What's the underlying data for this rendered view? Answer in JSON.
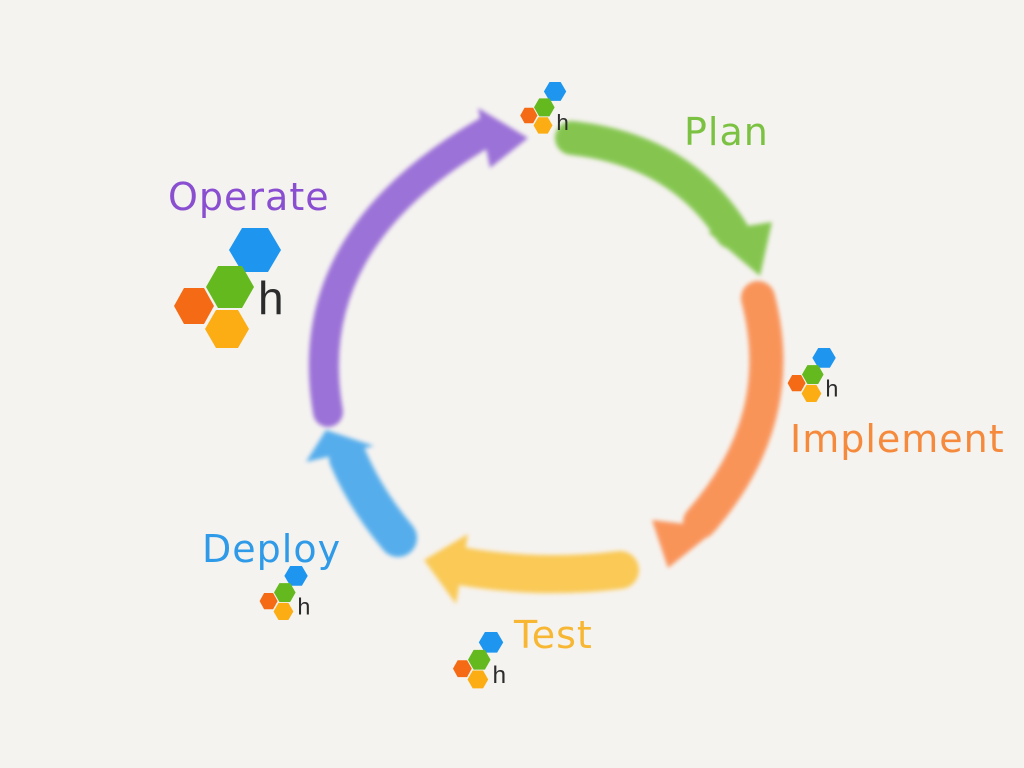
{
  "diagram": {
    "stages": [
      {
        "key": "plan",
        "label": "Plan",
        "color": "#7cc242"
      },
      {
        "key": "implement",
        "label": "Implement",
        "color": "#f58a3d"
      },
      {
        "key": "test",
        "label": "Test",
        "color": "#f7b733"
      },
      {
        "key": "deploy",
        "label": "Deploy",
        "color": "#2f9be8"
      },
      {
        "key": "operate",
        "label": "Operate",
        "color": "#8a4fd1"
      }
    ],
    "arrow_colors": {
      "plan": "#7cc242",
      "implement": "#fa8c4e",
      "test": "#fbc64a",
      "deploy": "#4aa8ec",
      "operate": "#9468d6"
    },
    "logo": {
      "icon": "honeycomb-logo-icon",
      "letter": "h",
      "hex_colors": {
        "blue": "#1e96f0",
        "green": "#64b91e",
        "orange": "#f56a14",
        "yellow": "#fbad13"
      },
      "letter_color": "#2b2b2b"
    },
    "background": "#f5f3f0"
  }
}
